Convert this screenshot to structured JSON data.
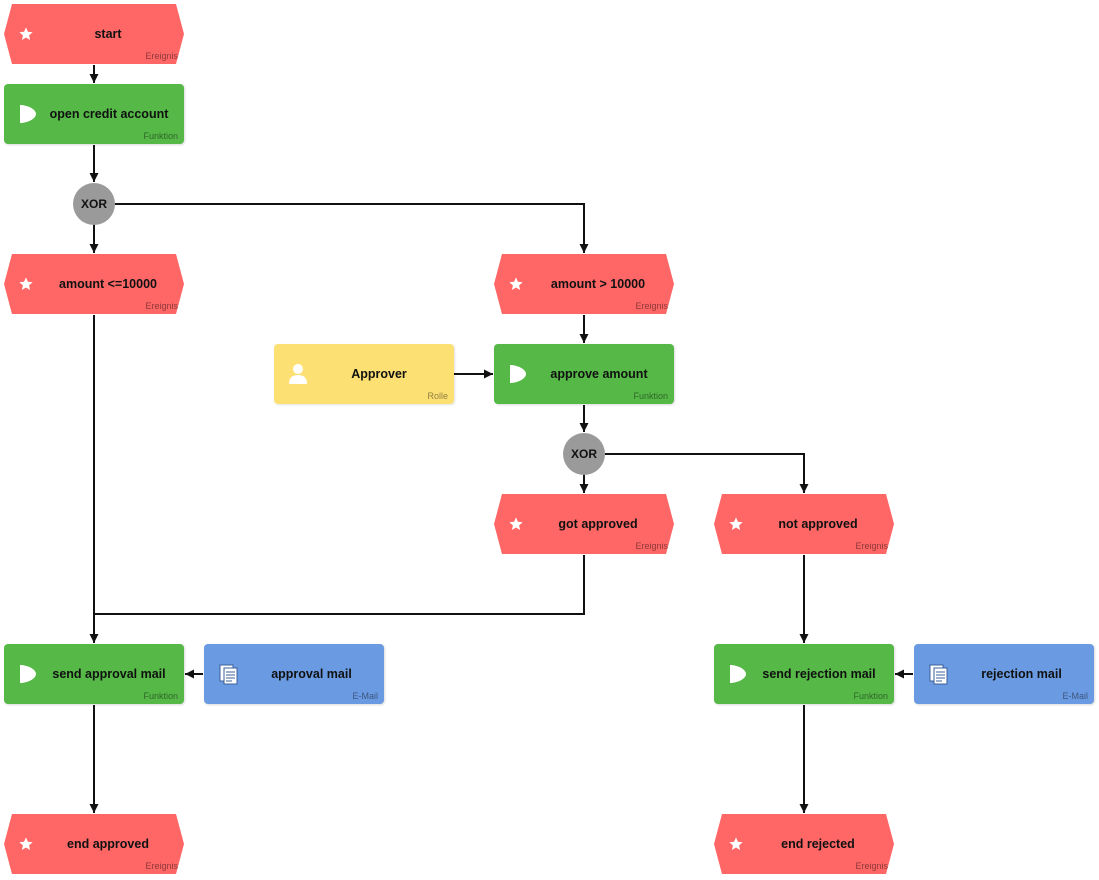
{
  "colors": {
    "event": "#ff6666",
    "function": "#55b847",
    "role": "#fde073",
    "email": "#6a9ae2",
    "gateway": "#9a9a9a",
    "edge": "#111111"
  },
  "diagram": {
    "nodes": {
      "start": {
        "label": "start",
        "type": "Ereignis",
        "icon": "star-icon"
      },
      "open_credit_account": {
        "label": "open credit account",
        "type": "Funktion",
        "icon": "play-icon"
      },
      "xor_1": {
        "label": "XOR"
      },
      "amount_le": {
        "label": "amount <=10000",
        "type": "Ereignis",
        "icon": "star-icon"
      },
      "amount_gt": {
        "label": "amount > 10000",
        "type": "Ereignis",
        "icon": "star-icon"
      },
      "approver": {
        "label": "Approver",
        "type": "Rolle",
        "icon": "person-icon"
      },
      "approve_amount": {
        "label": "approve amount",
        "type": "Funktion",
        "icon": "play-icon"
      },
      "xor_2": {
        "label": "XOR"
      },
      "got_approved": {
        "label": "got approved",
        "type": "Ereignis",
        "icon": "star-icon"
      },
      "not_approved": {
        "label": "not approved",
        "type": "Ereignis",
        "icon": "star-icon"
      },
      "send_approval_mail": {
        "label": "send approval mail",
        "type": "Funktion",
        "icon": "play-icon"
      },
      "approval_mail": {
        "label": "approval mail",
        "type": "E-Mail",
        "icon": "document-icon"
      },
      "send_rejection_mail": {
        "label": "send rejection mail",
        "type": "Funktion",
        "icon": "play-icon"
      },
      "rejection_mail": {
        "label": "rejection mail",
        "type": "E-Mail",
        "icon": "document-icon"
      },
      "end_approved": {
        "label": "end approved",
        "type": "Ereignis",
        "icon": "star-icon"
      },
      "end_rejected": {
        "label": "end rejected",
        "type": "Ereignis",
        "icon": "star-icon"
      }
    },
    "edges": [
      {
        "from": "start",
        "to": "open_credit_account"
      },
      {
        "from": "open_credit_account",
        "to": "xor_1"
      },
      {
        "from": "xor_1",
        "to": "amount_le"
      },
      {
        "from": "xor_1",
        "to": "amount_gt"
      },
      {
        "from": "amount_gt",
        "to": "approve_amount"
      },
      {
        "from": "approver",
        "to": "approve_amount"
      },
      {
        "from": "approve_amount",
        "to": "xor_2"
      },
      {
        "from": "xor_2",
        "to": "got_approved"
      },
      {
        "from": "xor_2",
        "to": "not_approved"
      },
      {
        "from": "amount_le",
        "to": "send_approval_mail"
      },
      {
        "from": "got_approved",
        "to": "send_approval_mail"
      },
      {
        "from": "approval_mail",
        "to": "send_approval_mail"
      },
      {
        "from": "not_approved",
        "to": "send_rejection_mail"
      },
      {
        "from": "rejection_mail",
        "to": "send_rejection_mail"
      },
      {
        "from": "send_approval_mail",
        "to": "end_approved"
      },
      {
        "from": "send_rejection_mail",
        "to": "end_rejected"
      }
    ]
  }
}
